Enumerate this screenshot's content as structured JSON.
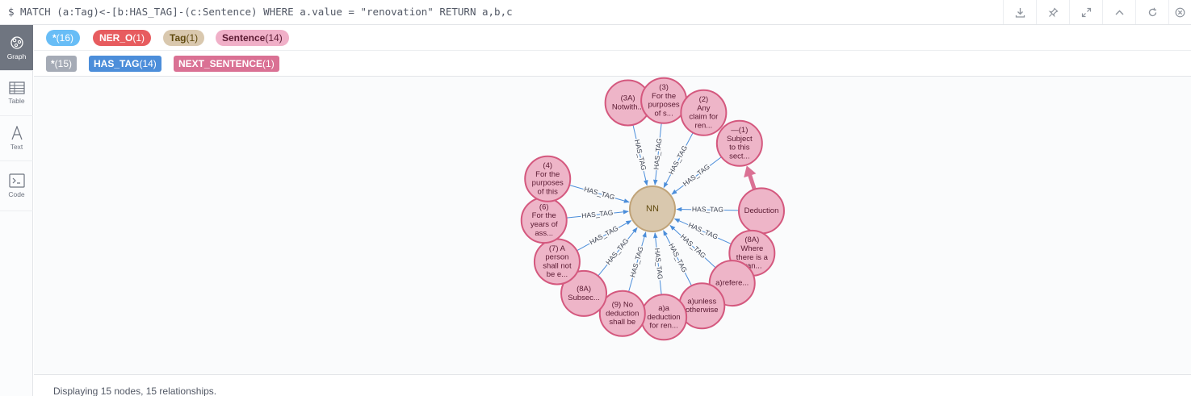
{
  "query": {
    "text": "$ MATCH (a:Tag)<-[b:HAS_TAG]-(c:Sentence) WHERE a.value = \"renovation\" RETURN a,b,c"
  },
  "toolbar": {
    "download_icon": "download-icon",
    "pin_icon": "pin-icon",
    "expand_icon": "expand-icon",
    "collapse_icon": "collapse-icon",
    "rerun_icon": "rerun-icon",
    "close_icon": "close-icon"
  },
  "sidebar": {
    "items": [
      {
        "label": "Graph",
        "icon": "graph-icon",
        "active": true
      },
      {
        "label": "Table",
        "icon": "table-icon",
        "active": false
      },
      {
        "label": "Text",
        "icon": "text-icon",
        "active": false
      },
      {
        "label": "Code",
        "icon": "code-icon",
        "active": false
      }
    ]
  },
  "node_labels": [
    {
      "name": "*",
      "count": "(16)",
      "color": "#68bdf6",
      "text_color": "#ffffff"
    },
    {
      "name": "NER_O",
      "count": "(1)",
      "color": "#e75c5f",
      "text_color": "#ffffff"
    },
    {
      "name": "Tag",
      "count": "(1)",
      "color": "#d9c8ae",
      "text_color": "#604a0e"
    },
    {
      "name": "Sentence",
      "count": "(14)",
      "color": "#f0b0c8",
      "text_color": "#5a1a32"
    }
  ],
  "relationship_types": [
    {
      "name": "*",
      "count": "(15)",
      "color": "#a5abb6"
    },
    {
      "name": "HAS_TAG",
      "count": "(14)",
      "color": "#4c8eda"
    },
    {
      "name": "NEXT_SENTENCE",
      "count": "(1)",
      "color": "#da7194"
    }
  ],
  "graph": {
    "center": {
      "label": "NN",
      "fill": "#d9c8ae",
      "stroke": "#c0a378",
      "text_color": "#604a0e"
    },
    "sentence_fill": "#eeb5c8",
    "sentence_stroke": "#d4587e",
    "sentence_text_color": "#5a1a32",
    "edge_color": "#4c8eda",
    "next_sentence_color": "#da7194",
    "edge_label": "HAS_TAG",
    "nodes": [
      {
        "lines": [
          "(3A)",
          "Notwith..."
        ]
      },
      {
        "lines": [
          "(3)",
          "For the",
          "purposes",
          "of s..."
        ]
      },
      {
        "lines": [
          "(2)",
          "Any",
          "claim for",
          "ren..."
        ]
      },
      {
        "lines": [
          "—(1)",
          "Subject",
          "to this",
          "sect..."
        ]
      },
      {
        "lines": [
          "Deduction"
        ]
      },
      {
        "lines": [
          "(8A)",
          "Where",
          "there is a",
          "tran..."
        ]
      },
      {
        "lines": [
          "a)refere..."
        ]
      },
      {
        "lines": [
          "a)unless",
          "otherwise"
        ]
      },
      {
        "lines": [
          "a)a",
          "deduction",
          "for ren..."
        ]
      },
      {
        "lines": [
          "(9) No",
          "deduction",
          "shall be"
        ]
      },
      {
        "lines": [
          "(8A)",
          "Subsec..."
        ]
      },
      {
        "lines": [
          "(7) A",
          "person",
          "shall not",
          "be e..."
        ]
      },
      {
        "lines": [
          "(6)",
          "For the",
          "years of",
          "ass..."
        ]
      },
      {
        "lines": [
          "(4)",
          "For the",
          "purposes",
          "of this"
        ]
      }
    ]
  },
  "footer": {
    "status": "Displaying 15 nodes, 15 relationships."
  }
}
